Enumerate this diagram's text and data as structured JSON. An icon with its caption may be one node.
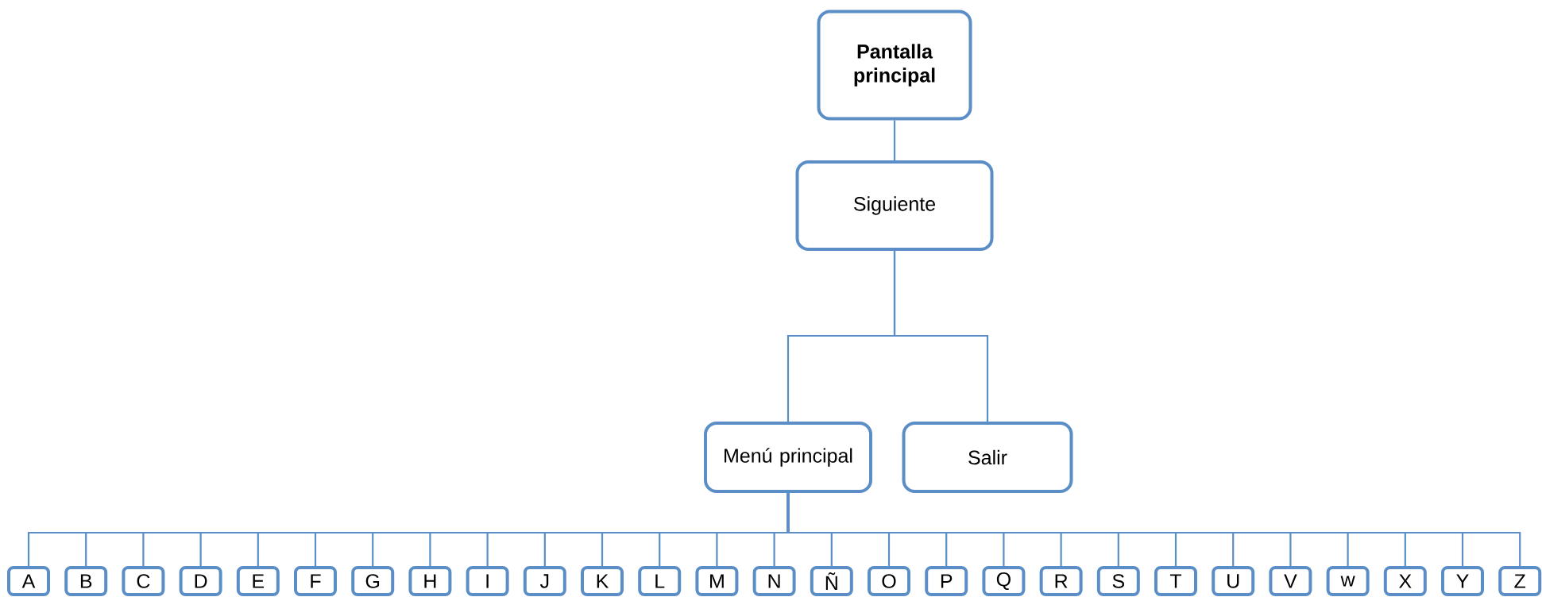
{
  "diagram": {
    "nodes": [
      {
        "text": [
          "**Pantalla principal**"
        ]
      },
      {
        "text": [
          "Siguiente"
        ]
      },
      {
        "text": [
          "Menú principal"
        ]
      },
      {
        "text": [
          "Salir"
        ]
      },
      {
        "text": [
          "A"
        ]
      },
      {
        "text": [
          "B"
        ]
      },
      {
        "text": [
          "C"
        ]
      },
      {
        "text": [
          "D"
        ]
      },
      {
        "text": [
          "E"
        ]
      },
      {
        "text": [
          "F"
        ]
      },
      {
        "text": [
          "G"
        ]
      },
      {
        "text": [
          "H"
        ]
      },
      {
        "text": [
          "I"
        ]
      },
      {
        "text": [
          "J"
        ]
      },
      {
        "text": [
          "K"
        ]
      },
      {
        "text": [
          "L"
        ]
      },
      {
        "text": [
          "M"
        ]
      },
      {
        "text": [
          "N"
        ]
      },
      {
        "text": [
          "Ñ"
        ]
      },
      {
        "text": [
          "O"
        ]
      },
      {
        "text": [
          "P"
        ]
      },
      {
        "text": [
          "Q"
        ]
      },
      {
        "text": [
          "R"
        ]
      },
      {
        "text": [
          "S"
        ]
      },
      {
        "text": [
          "T"
        ]
      },
      {
        "text": [
          "U"
        ]
      },
      {
        "text": [
          "V"
        ]
      },
      {
        "text": [
          "w"
        ]
      },
      {
        "text": [
          "X"
        ]
      },
      {
        "text": [
          "Y"
        ]
      },
      {
        "text": [
          "Z"
        ]
      }
    ],
    "edges": [
      {
        "from": 0,
        "to": 1,
        "arrow": "none"
      },
      {
        "from": 1,
        "to": 2,
        "arrow": "none"
      },
      {
        "from": 1,
        "to": 3,
        "arrow": "none"
      },
      {
        "from": 2,
        "to": 4,
        "arrow": "none"
      },
      {
        "from": 2,
        "to": 5,
        "arrow": "none"
      },
      {
        "from": 2,
        "to": 6,
        "arrow": "none"
      },
      {
        "from": 2,
        "to": 7,
        "arrow": "none"
      },
      {
        "from": 2,
        "to": 8,
        "arrow": "none"
      },
      {
        "from": 2,
        "to": 9,
        "arrow": "none"
      },
      {
        "from": 2,
        "to": 10,
        "arrow": "none"
      },
      {
        "from": 2,
        "to": 11,
        "arrow": "none"
      },
      {
        "from": 2,
        "to": 12,
        "arrow": "none"
      },
      {
        "from": 2,
        "to": 13,
        "arrow": "none"
      },
      {
        "from": 2,
        "to": 14,
        "arrow": "none"
      },
      {
        "from": 2,
        "to": 15,
        "arrow": "none"
      },
      {
        "from": 2,
        "to": 16,
        "arrow": "none"
      },
      {
        "from": 2,
        "to": 17,
        "arrow": "none"
      },
      {
        "from": 2,
        "to": 18,
        "arrow": "none"
      },
      {
        "from": 2,
        "to": 19,
        "arrow": "none"
      },
      {
        "from": 2,
        "to": 20,
        "arrow": "none"
      },
      {
        "from": 2,
        "to": 21,
        "arrow": "none"
      },
      {
        "from": 2,
        "to": 22,
        "arrow": "none"
      },
      {
        "from": 2,
        "to": 23,
        "arrow": "none"
      },
      {
        "from": 2,
        "to": 24,
        "arrow": "none"
      },
      {
        "from": 2,
        "to": 25,
        "arrow": "none"
      },
      {
        "from": 2,
        "to": 26,
        "arrow": "none"
      },
      {
        "from": 2,
        "to": 27,
        "arrow": "none"
      },
      {
        "from": 2,
        "to": 28,
        "arrow": "none"
      },
      {
        "from": 2,
        "to": 29,
        "arrow": "none"
      },
      {
        "from": 2,
        "to": 30,
        "arrow": "none"
      }
    ]
  }
}
